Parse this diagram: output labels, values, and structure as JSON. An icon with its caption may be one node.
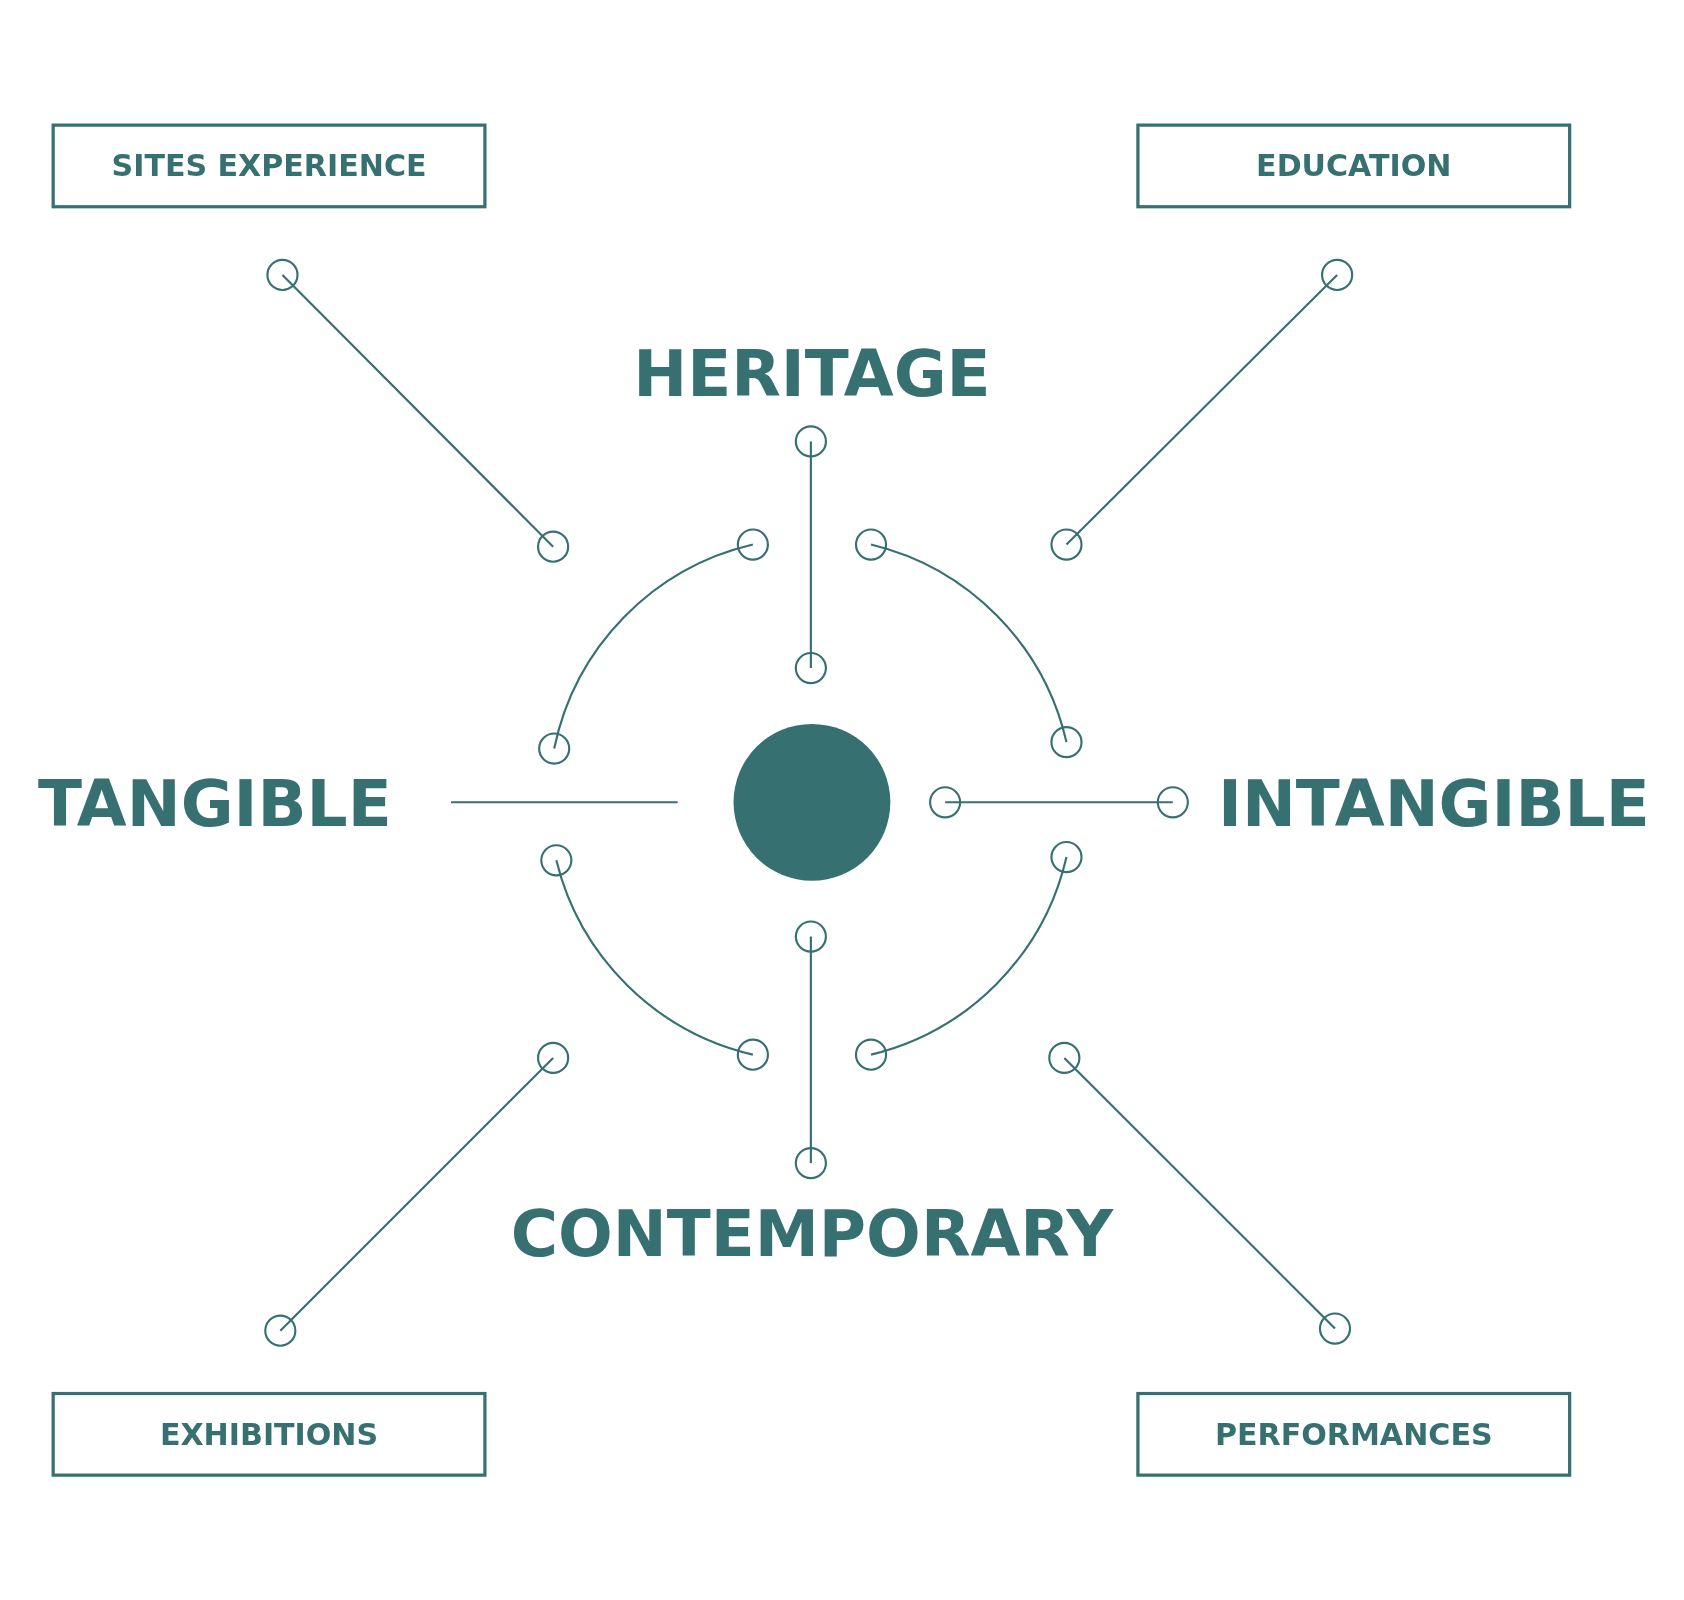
{
  "diagram": {
    "nodes": [
      {
        "text": [
          "SITES EXPERIENCE"
        ]
      },
      {
        "text": [
          "EDUCATION"
        ]
      },
      {
        "text": [],
        "shape": "circle"
      },
      {
        "text": [
          "EXHIBITIONS"
        ]
      },
      {
        "text": [
          "PERFORMANCES"
        ]
      }
    ],
    "labels": [
      "HERITAGE",
      "TANGIBLE",
      "INTANGIBLE",
      "CONTEMPORARY"
    ]
  }
}
